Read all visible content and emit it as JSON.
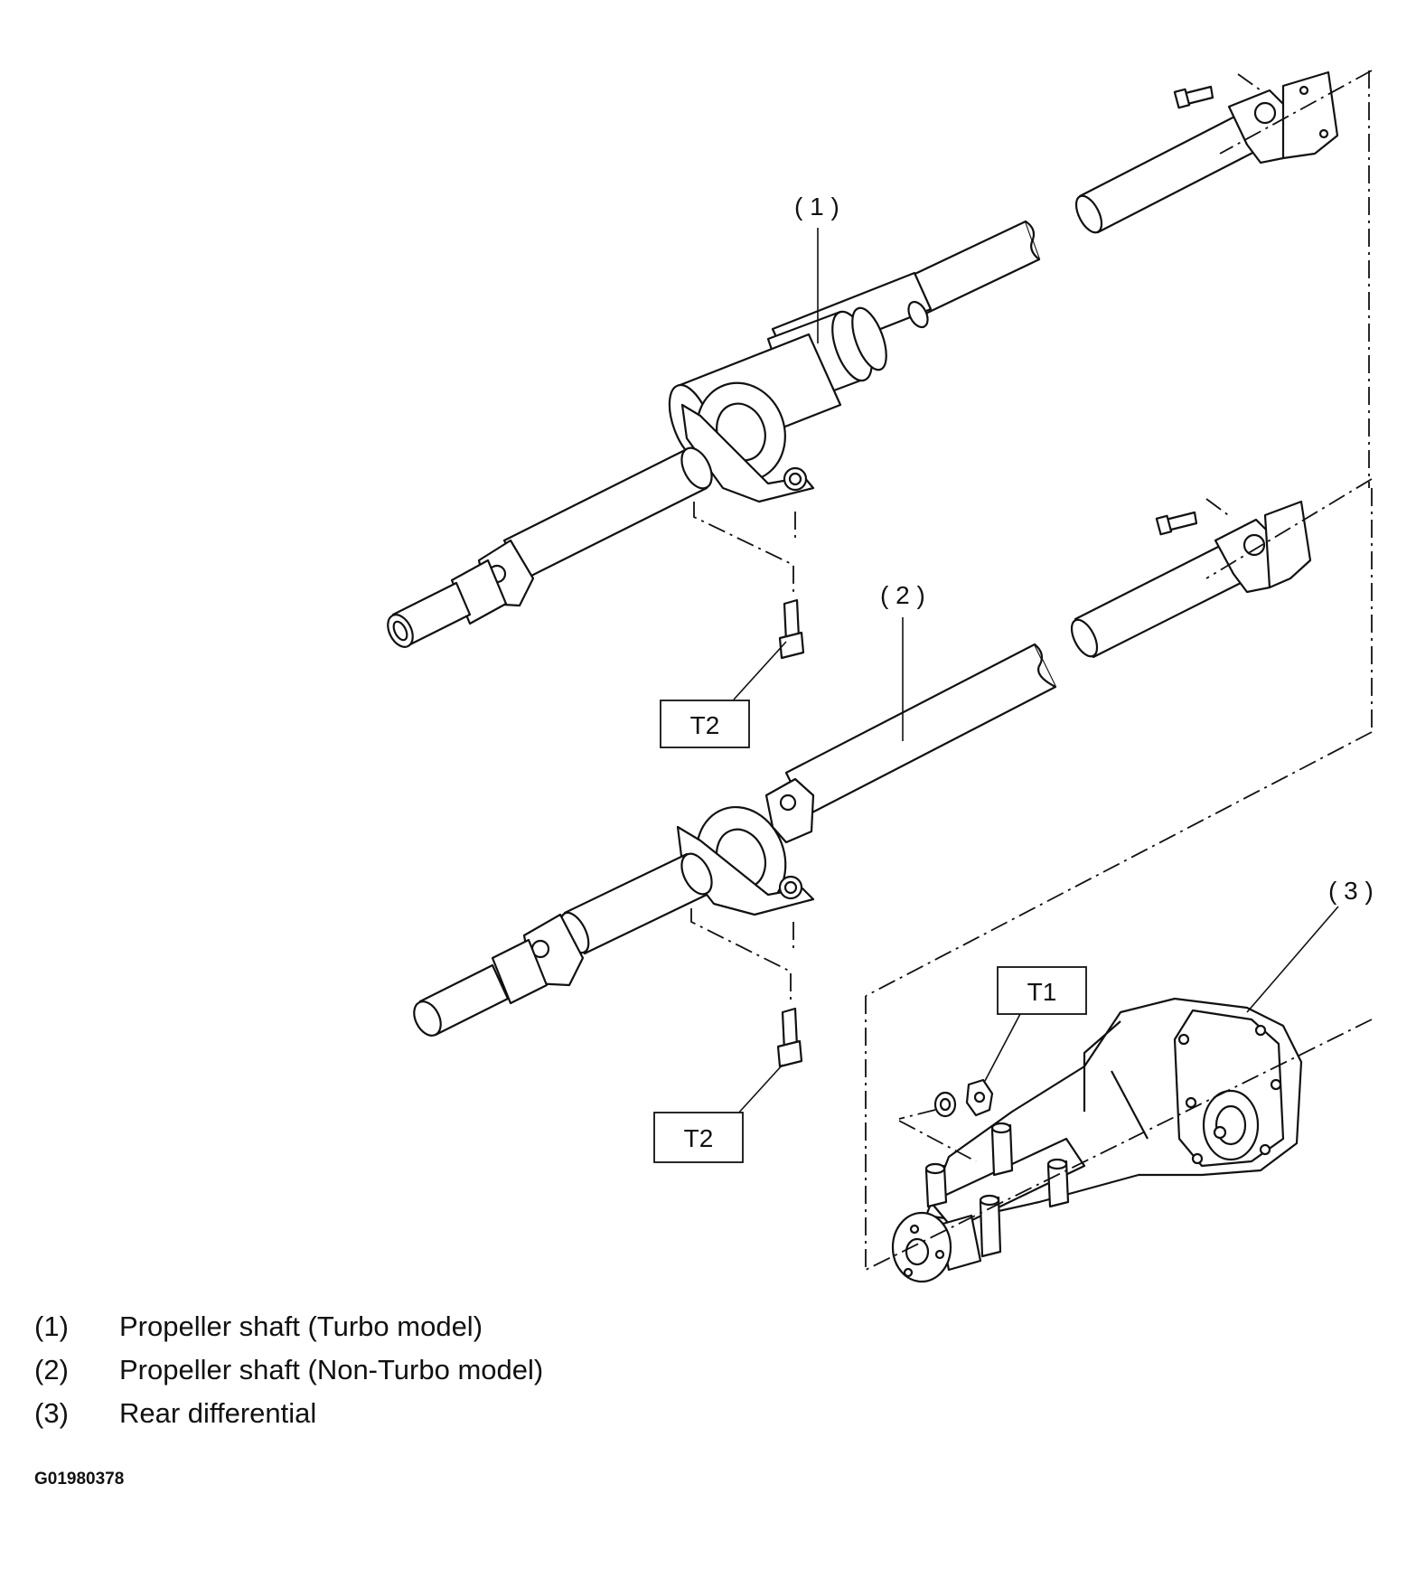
{
  "callouts": {
    "c1": "( 1 )",
    "c2": "( 2 )",
    "c3": "( 3 )"
  },
  "torque_labels": {
    "t2_upper": "T2",
    "t2_lower": "T2",
    "t1": "T1"
  },
  "legend": [
    {
      "num": "(1)",
      "text": "Propeller shaft (Turbo model)"
    },
    {
      "num": "(2)",
      "text": "Propeller shaft (Non-Turbo model)"
    },
    {
      "num": "(3)",
      "text": "Rear differential"
    }
  ],
  "figure_code": "G01980378"
}
